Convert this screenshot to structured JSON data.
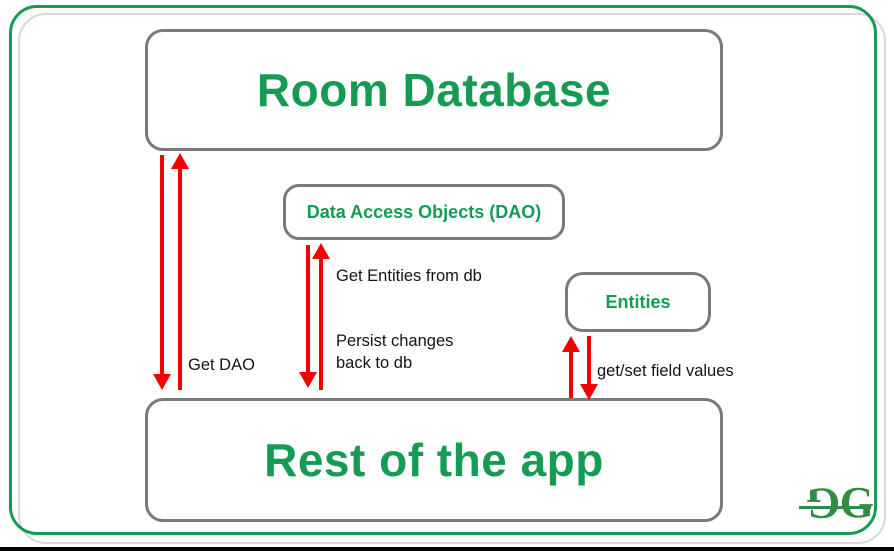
{
  "diagram": {
    "boxes": {
      "room_database": "Room Database",
      "dao": "Data Access Objects (DAO)",
      "entities": "Entities",
      "rest_of_app": "Rest of the app"
    },
    "arrow_labels": {
      "get_dao": "Get DAO",
      "get_entities": "Get Entities from db",
      "persist_changes": "Persist changes\nback to db",
      "get_set_fields": "get/set field values"
    },
    "connections": [
      {
        "from": "Room Database",
        "to": "Rest of the app",
        "label": "Get DAO",
        "type": "bidirectional"
      },
      {
        "from": "Data Access Objects (DAO)",
        "to": "Rest of the app",
        "labels": [
          "Get Entities from db",
          "Persist changes back to db"
        ],
        "type": "bidirectional"
      },
      {
        "from": "Entities",
        "to": "Rest of the app",
        "label": "get/set field values",
        "type": "bidirectional"
      }
    ],
    "logo": {
      "icon": "geeksforgeeks-gg-logo",
      "letter_left": "G",
      "letter_right": "G"
    },
    "colors": {
      "accent_green": "#169b55",
      "logo_green": "#2f8d46",
      "box_border_gray": "#7a7a7a",
      "frame_shadow_gray": "#d8d8d8",
      "arrow_red": "#f40000",
      "label_text": "#141414",
      "bottom_bar": "#000000"
    }
  }
}
